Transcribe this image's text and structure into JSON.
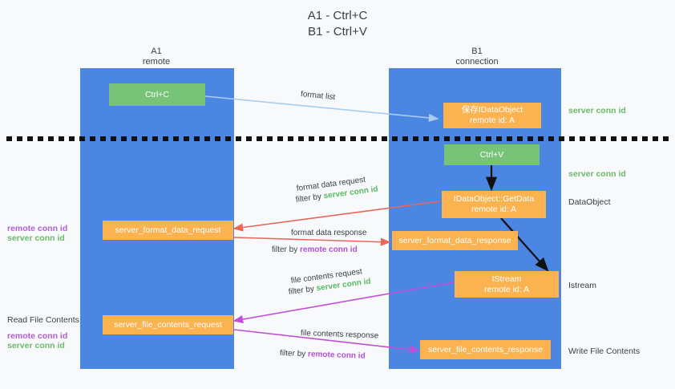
{
  "title": "A1 - Ctrl+C\nB1 - Ctrl+V",
  "columns": [
    {
      "name": "A1",
      "sub": "remote",
      "label": "A1\nremote"
    },
    {
      "name": "B1",
      "sub": "connection",
      "label": "B1\nconnection"
    }
  ],
  "boxes": {
    "ctrl_c": "Ctrl+C",
    "ctrl_v": "Ctrl+V",
    "save_idataobject": "保存IDataObject\nremote id: A",
    "getdata": "IDataObject::GetData\nremote id: A",
    "istream": "IStream\nremote id: A",
    "server_format_data_request": "server_format_data_request",
    "server_format_data_response": "server_format_data_response",
    "server_file_contents_request": "server_file_contents_request",
    "server_file_contents_response": "server_file_contents_response"
  },
  "right_labels": {
    "server_conn_id_1": "server conn id",
    "server_conn_id_2": "server conn id",
    "dataobject": "DataObject",
    "istream": "Istream",
    "write_file_contents": "Write File Contents"
  },
  "left_labels": {
    "remote_conn_id_1": "remote conn id",
    "server_conn_id_1": "server conn id",
    "read_file_contents": "Read File Contents",
    "remote_conn_id_2": "remote conn id",
    "server_conn_id_2": "server conn id"
  },
  "arrow_labels": {
    "format_list": "format list",
    "format_data_request": "format data request",
    "format_data_request_filter_prefix": "filter by ",
    "format_data_request_filter_value": "server conn id",
    "format_data_response": "format data response",
    "format_data_response_filter_prefix": "filter by ",
    "format_data_response_filter_value": "remote conn id",
    "file_contents_request": "file contents request",
    "file_contents_request_filter_prefix": "filter by ",
    "file_contents_request_filter_value": "server conn id",
    "file_contents_response": "file contents response",
    "file_contents_response_filter_prefix": "filter by ",
    "file_contents_response_filter_value": "remote conn id"
  },
  "colors": {
    "lane": "#4a86e2",
    "green_box": "#77c479",
    "orange_box": "#fbb250",
    "green_text": "#57bb63",
    "purple_text": "#b152d6",
    "red_arrow": "#e8665c",
    "magenta_arrow": "#c04fd8",
    "blue_arrow": "#a8cdf0",
    "black_arrow": "#111111",
    "background": "#f8f9fa"
  }
}
